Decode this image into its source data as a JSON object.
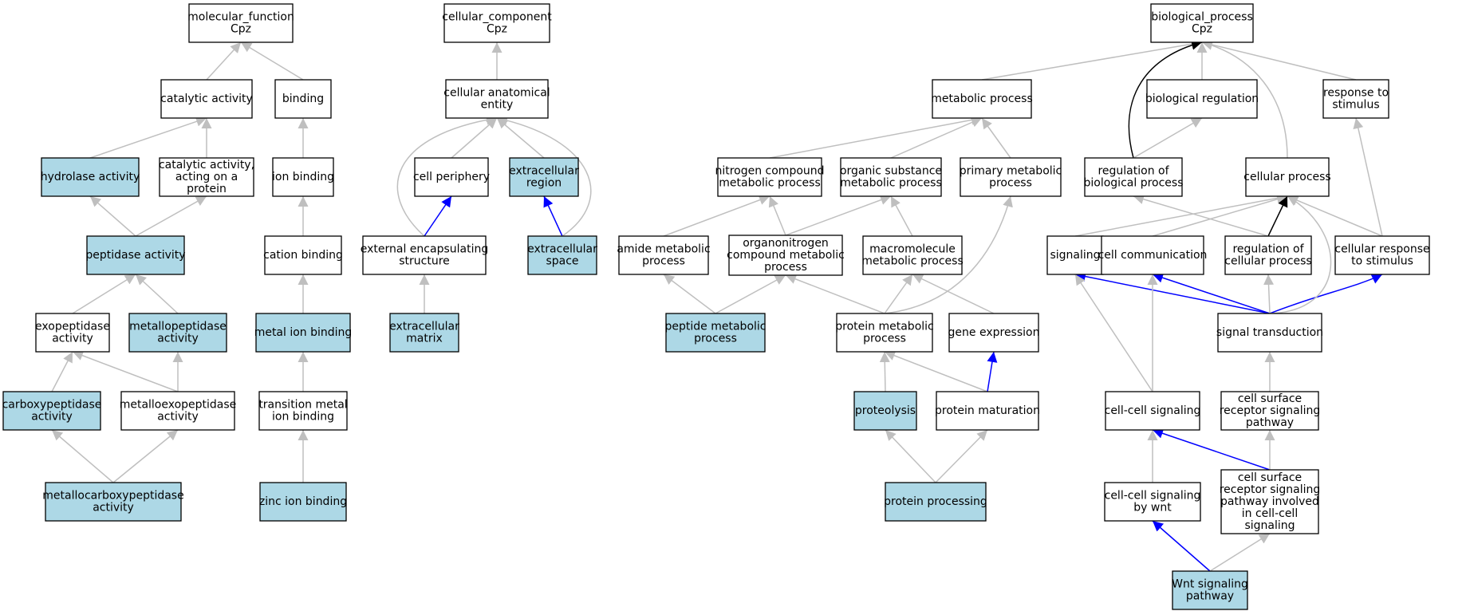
{
  "colors": {
    "highlight_fill": "#add8e6",
    "plain_fill": "#ffffff",
    "is_a_edge": "#bfbfbf",
    "part_of_edge": "#000000",
    "regulates_edge": "#0000ff"
  },
  "nodes": [
    {
      "id": "mf",
      "lines": [
        "molecular_function",
        "Cpz"
      ],
      "highlighted": false
    },
    {
      "id": "catalytic",
      "lines": [
        "catalytic activity"
      ],
      "highlighted": false
    },
    {
      "id": "binding",
      "lines": [
        "binding"
      ],
      "highlighted": false
    },
    {
      "id": "hydrolase",
      "lines": [
        "hydrolase activity"
      ],
      "highlighted": true
    },
    {
      "id": "cat_protein",
      "lines": [
        "catalytic activity,",
        "acting on a",
        "protein"
      ],
      "highlighted": false
    },
    {
      "id": "ion_binding",
      "lines": [
        "ion binding"
      ],
      "highlighted": false
    },
    {
      "id": "peptidase",
      "lines": [
        "peptidase activity"
      ],
      "highlighted": true
    },
    {
      "id": "cation_binding",
      "lines": [
        "cation binding"
      ],
      "highlighted": false
    },
    {
      "id": "exopeptidase",
      "lines": [
        "exopeptidase",
        "activity"
      ],
      "highlighted": false
    },
    {
      "id": "metallopeptidase",
      "lines": [
        "metallopeptidase",
        "activity"
      ],
      "highlighted": true
    },
    {
      "id": "metal_ion",
      "lines": [
        "metal ion binding"
      ],
      "highlighted": true
    },
    {
      "id": "carboxypeptidase",
      "lines": [
        "carboxypeptidase",
        "activity"
      ],
      "highlighted": true
    },
    {
      "id": "metalloexo",
      "lines": [
        "metalloexopeptidase",
        "activity"
      ],
      "highlighted": false
    },
    {
      "id": "transition_metal",
      "lines": [
        "transition metal",
        "ion binding"
      ],
      "highlighted": false
    },
    {
      "id": "metallocarboxy",
      "lines": [
        "metallocarboxypeptidase",
        "activity"
      ],
      "highlighted": true
    },
    {
      "id": "zinc",
      "lines": [
        "zinc ion binding"
      ],
      "highlighted": true
    },
    {
      "id": "cc",
      "lines": [
        "cellular_component",
        "Cpz"
      ],
      "highlighted": false
    },
    {
      "id": "anat_entity",
      "lines": [
        "cellular anatomical",
        "entity"
      ],
      "highlighted": false
    },
    {
      "id": "cell_periphery",
      "lines": [
        "cell periphery"
      ],
      "highlighted": false
    },
    {
      "id": "extracellular_region",
      "lines": [
        "extracellular",
        "region"
      ],
      "highlighted": true
    },
    {
      "id": "ext_encaps",
      "lines": [
        "external encapsulating",
        "structure"
      ],
      "highlighted": false
    },
    {
      "id": "extracellular_space",
      "lines": [
        "extracellular",
        "space"
      ],
      "highlighted": true
    },
    {
      "id": "extracellular_matrix",
      "lines": [
        "extracellular",
        "matrix"
      ],
      "highlighted": true
    },
    {
      "id": "bp",
      "lines": [
        "biological_process",
        "Cpz"
      ],
      "highlighted": false
    },
    {
      "id": "metabolic",
      "lines": [
        "metabolic process"
      ],
      "highlighted": false
    },
    {
      "id": "bio_reg",
      "lines": [
        "biological regulation"
      ],
      "highlighted": false
    },
    {
      "id": "resp_stim",
      "lines": [
        "response to",
        "stimulus"
      ],
      "highlighted": false
    },
    {
      "id": "nitrogen",
      "lines": [
        "nitrogen compound",
        "metabolic process"
      ],
      "highlighted": false
    },
    {
      "id": "organic",
      "lines": [
        "organic substance",
        "metabolic process"
      ],
      "highlighted": false
    },
    {
      "id": "primary",
      "lines": [
        "primary metabolic",
        "process"
      ],
      "highlighted": false
    },
    {
      "id": "reg_bio",
      "lines": [
        "regulation of",
        "biological process"
      ],
      "highlighted": false
    },
    {
      "id": "cellular_process",
      "lines": [
        "cellular process"
      ],
      "highlighted": false
    },
    {
      "id": "amide",
      "lines": [
        "amide metabolic",
        "process"
      ],
      "highlighted": false
    },
    {
      "id": "organonitrogen",
      "lines": [
        "organonitrogen",
        "compound metabolic",
        "process"
      ],
      "highlighted": false
    },
    {
      "id": "macromolecule",
      "lines": [
        "macromolecule",
        "metabolic process"
      ],
      "highlighted": false
    },
    {
      "id": "signaling",
      "lines": [
        "signaling"
      ],
      "highlighted": false
    },
    {
      "id": "cell_comm",
      "lines": [
        "cell communication"
      ],
      "highlighted": false
    },
    {
      "id": "reg_cell",
      "lines": [
        "regulation of",
        "cellular process"
      ],
      "highlighted": false
    },
    {
      "id": "cell_resp",
      "lines": [
        "cellular response",
        "to stimulus"
      ],
      "highlighted": false
    },
    {
      "id": "peptide_meta",
      "lines": [
        "peptide metabolic",
        "process"
      ],
      "highlighted": true
    },
    {
      "id": "protein_meta",
      "lines": [
        "protein metabolic",
        "process"
      ],
      "highlighted": false
    },
    {
      "id": "gene_expr",
      "lines": [
        "gene expression"
      ],
      "highlighted": false
    },
    {
      "id": "signal_trans",
      "lines": [
        "signal transduction"
      ],
      "highlighted": false
    },
    {
      "id": "proteolysis",
      "lines": [
        "proteolysis"
      ],
      "highlighted": true
    },
    {
      "id": "protein_mat",
      "lines": [
        "protein maturation"
      ],
      "highlighted": false
    },
    {
      "id": "cell_cell_sig",
      "lines": [
        "cell-cell signaling"
      ],
      "highlighted": false
    },
    {
      "id": "csr_pathway",
      "lines": [
        "cell surface",
        "receptor signaling",
        "pathway"
      ],
      "highlighted": false
    },
    {
      "id": "protein_proc",
      "lines": [
        "protein processing"
      ],
      "highlighted": true
    },
    {
      "id": "ccs_wnt",
      "lines": [
        "cell-cell signaling",
        "by wnt"
      ],
      "highlighted": false
    },
    {
      "id": "csr_involved",
      "lines": [
        "cell surface",
        "receptor signaling",
        "pathway involved",
        "in cell-cell",
        "signaling"
      ],
      "highlighted": false
    },
    {
      "id": "wnt",
      "lines": [
        "Wnt signaling",
        "pathway"
      ],
      "highlighted": true
    }
  ],
  "edges": [
    {
      "from": "catalytic",
      "to": "mf",
      "kind": "is_a"
    },
    {
      "from": "binding",
      "to": "mf",
      "kind": "is_a"
    },
    {
      "from": "hydrolase",
      "to": "catalytic",
      "kind": "is_a"
    },
    {
      "from": "cat_protein",
      "to": "catalytic",
      "kind": "is_a"
    },
    {
      "from": "ion_binding",
      "to": "binding",
      "kind": "is_a"
    },
    {
      "from": "peptidase",
      "to": "hydrolase",
      "kind": "is_a"
    },
    {
      "from": "peptidase",
      "to": "cat_protein",
      "kind": "is_a"
    },
    {
      "from": "cation_binding",
      "to": "ion_binding",
      "kind": "is_a"
    },
    {
      "from": "exopeptidase",
      "to": "peptidase",
      "kind": "is_a"
    },
    {
      "from": "metallopeptidase",
      "to": "peptidase",
      "kind": "is_a"
    },
    {
      "from": "metal_ion",
      "to": "cation_binding",
      "kind": "is_a"
    },
    {
      "from": "carboxypeptidase",
      "to": "exopeptidase",
      "kind": "is_a"
    },
    {
      "from": "metalloexo",
      "to": "exopeptidase",
      "kind": "is_a"
    },
    {
      "from": "metalloexo",
      "to": "metallopeptidase",
      "kind": "is_a"
    },
    {
      "from": "transition_metal",
      "to": "metal_ion",
      "kind": "is_a"
    },
    {
      "from": "metallocarboxy",
      "to": "carboxypeptidase",
      "kind": "is_a"
    },
    {
      "from": "metallocarboxy",
      "to": "metalloexo",
      "kind": "is_a"
    },
    {
      "from": "zinc",
      "to": "transition_metal",
      "kind": "is_a"
    },
    {
      "from": "anat_entity",
      "to": "cc",
      "kind": "is_a"
    },
    {
      "from": "cell_periphery",
      "to": "anat_entity",
      "kind": "is_a"
    },
    {
      "from": "extracellular_region",
      "to": "anat_entity",
      "kind": "is_a"
    },
    {
      "from": "ext_encaps",
      "to": "anat_entity",
      "kind": "is_a"
    },
    {
      "from": "ext_encaps",
      "to": "cell_periphery",
      "kind": "regulates"
    },
    {
      "from": "extracellular_space",
      "to": "extracellular_region",
      "kind": "regulates"
    },
    {
      "from": "extracellular_space",
      "to": "anat_entity",
      "kind": "is_a"
    },
    {
      "from": "extracellular_matrix",
      "to": "ext_encaps",
      "kind": "is_a"
    },
    {
      "from": "metabolic",
      "to": "bp",
      "kind": "is_a"
    },
    {
      "from": "bio_reg",
      "to": "bp",
      "kind": "is_a"
    },
    {
      "from": "resp_stim",
      "to": "bp",
      "kind": "is_a"
    },
    {
      "from": "cellular_process",
      "to": "bp",
      "kind": "is_a"
    },
    {
      "from": "reg_bio",
      "to": "bp",
      "kind": "part_of"
    },
    {
      "from": "reg_bio",
      "to": "bio_reg",
      "kind": "is_a"
    },
    {
      "from": "nitrogen",
      "to": "metabolic",
      "kind": "is_a"
    },
    {
      "from": "organic",
      "to": "metabolic",
      "kind": "is_a"
    },
    {
      "from": "primary",
      "to": "metabolic",
      "kind": "is_a"
    },
    {
      "from": "amide",
      "to": "nitrogen",
      "kind": "is_a"
    },
    {
      "from": "organonitrogen",
      "to": "nitrogen",
      "kind": "is_a"
    },
    {
      "from": "organonitrogen",
      "to": "organic",
      "kind": "is_a"
    },
    {
      "from": "macromolecule",
      "to": "organic",
      "kind": "is_a"
    },
    {
      "from": "signaling",
      "to": "cellular_process",
      "kind": "is_a"
    },
    {
      "from": "cell_comm",
      "to": "cellular_process",
      "kind": "is_a"
    },
    {
      "from": "reg_cell",
      "to": "cellular_process",
      "kind": "part_of"
    },
    {
      "from": "reg_cell",
      "to": "reg_bio",
      "kind": "is_a"
    },
    {
      "from": "cell_resp",
      "to": "cellular_process",
      "kind": "is_a"
    },
    {
      "from": "cell_resp",
      "to": "resp_stim",
      "kind": "is_a"
    },
    {
      "from": "peptide_meta",
      "to": "amide",
      "kind": "is_a"
    },
    {
      "from": "peptide_meta",
      "to": "organonitrogen",
      "kind": "is_a"
    },
    {
      "from": "protein_meta",
      "to": "organonitrogen",
      "kind": "is_a"
    },
    {
      "from": "protein_meta",
      "to": "macromolecule",
      "kind": "is_a"
    },
    {
      "from": "protein_meta",
      "to": "primary",
      "kind": "is_a"
    },
    {
      "from": "gene_expr",
      "to": "macromolecule",
      "kind": "is_a"
    },
    {
      "from": "signal_trans",
      "to": "signaling",
      "kind": "regulates"
    },
    {
      "from": "signal_trans",
      "to": "cell_comm",
      "kind": "regulates"
    },
    {
      "from": "signal_trans",
      "to": "reg_cell",
      "kind": "is_a"
    },
    {
      "from": "signal_trans",
      "to": "cell_resp",
      "kind": "regulates"
    },
    {
      "from": "signal_trans",
      "to": "cellular_process",
      "kind": "is_a"
    },
    {
      "from": "proteolysis",
      "to": "protein_meta",
      "kind": "is_a"
    },
    {
      "from": "protein_mat",
      "to": "protein_meta",
      "kind": "is_a"
    },
    {
      "from": "protein_mat",
      "to": "gene_expr",
      "kind": "regulates"
    },
    {
      "from": "cell_cell_sig",
      "to": "signaling",
      "kind": "is_a"
    },
    {
      "from": "cell_cell_sig",
      "to": "cell_comm",
      "kind": "is_a"
    },
    {
      "from": "csr_pathway",
      "to": "signal_trans",
      "kind": "is_a"
    },
    {
      "from": "protein_proc",
      "to": "proteolysis",
      "kind": "is_a"
    },
    {
      "from": "protein_proc",
      "to": "protein_mat",
      "kind": "is_a"
    },
    {
      "from": "ccs_wnt",
      "to": "cell_cell_sig",
      "kind": "is_a"
    },
    {
      "from": "csr_involved",
      "to": "cell_cell_sig",
      "kind": "regulates"
    },
    {
      "from": "csr_involved",
      "to": "csr_pathway",
      "kind": "is_a"
    },
    {
      "from": "wnt",
      "to": "ccs_wnt",
      "kind": "regulates"
    },
    {
      "from": "wnt",
      "to": "csr_involved",
      "kind": "is_a"
    }
  ]
}
